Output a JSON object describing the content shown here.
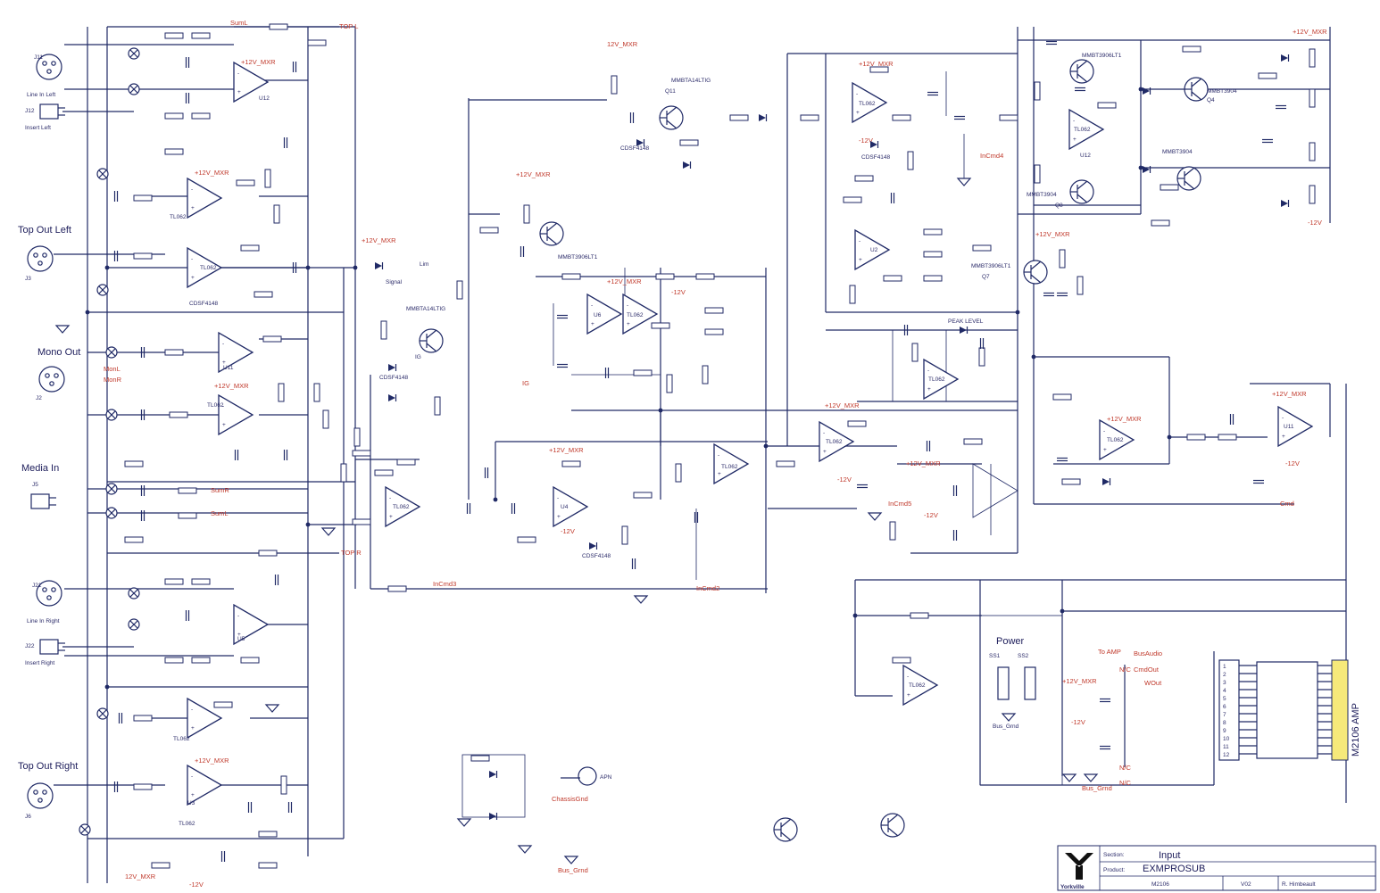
{
  "sections": {
    "line_in_left": "Line In Left",
    "insert_left": "Insert Left",
    "top_out_left": "Top Out Left",
    "mono_out": "Mono Out",
    "media_in": "Media In",
    "line_in_right": "Line In Right",
    "insert_right": "Insert Right",
    "top_out_right": "Top Out Right",
    "power": "Power",
    "m2106_amp": "M2106 AMP"
  },
  "connectors": {
    "j11": "J11",
    "j12": "J12",
    "j3": "J3",
    "j2": "J2",
    "j21": "J21",
    "j22": "J22",
    "j6": "J6",
    "j5": "J5"
  },
  "rails": {
    "pos_mxr": "+12V_MXR",
    "neg": "-12V",
    "v12": "12V_MXR",
    "bus_grnd": "Bus_Grnd",
    "chassis_gnd": "ChassisGnd"
  },
  "chips": {
    "tl062": "TL062",
    "u12": "U12",
    "u11": "U11",
    "u2": "U2",
    "u3": "U3",
    "u5": "U5",
    "u6": "U6",
    "u4": "U4"
  },
  "transistors": {
    "mmbta14": "MMBTA14LTIG",
    "mmbt3906": "MMBT3906LT1",
    "mmbt3904": "MMBT3904",
    "mmbt3904_r": "MMBT3904",
    "mmbt3906_r": "MMBT3906LT1",
    "mmbta14_b": "MMBTA14LTIG",
    "q11": "Q11",
    "q8": "Q8",
    "q4": "Q4",
    "q7": "Q7"
  },
  "diodes": {
    "cdsf": "CDSF4148",
    "cdsf_b": "CDSF4148",
    "cdsf_c": "CDSF4148",
    "cdsf_d": "CDSF4148",
    "cdsf_e": "CDSF4148"
  },
  "nets": {
    "sum_l": "SumL",
    "sum_r": "SumR",
    "in_cmd4": "InCmd4",
    "in_cmd3": "InCmd3",
    "in_cmd2": "InCmd2",
    "in_cmd5": "InCmd5",
    "cmd": "Cmd",
    "bus_audio": "BusAudio",
    "pk_level": "PEAK LEVEL",
    "signal": "Signal",
    "lim": "Lim",
    "ig": "IG",
    "top_l": "TOP L",
    "top_r": "TOP R",
    "mono_l": "MonL",
    "mono_r": "MonR",
    "to_amp": "To AMP",
    "apn": "APN",
    "cmd_out": "CmdOut",
    "wout": "WOut",
    "nc": "N/C"
  },
  "power": {
    "ss1": "SS1",
    "ss2": "SS2",
    "regulator": "TL062"
  },
  "j_pins": [
    "1",
    "2",
    "3",
    "4",
    "5",
    "6",
    "7",
    "8",
    "9",
    "10",
    "11",
    "12"
  ],
  "title_block": {
    "brand": "Yorkville",
    "section_label": "Section:",
    "section": "Input",
    "product_label": "Product:",
    "product": "EXMPROSUB",
    "board": "M2106",
    "rev": "V02",
    "designer": "R. Himbeault"
  }
}
